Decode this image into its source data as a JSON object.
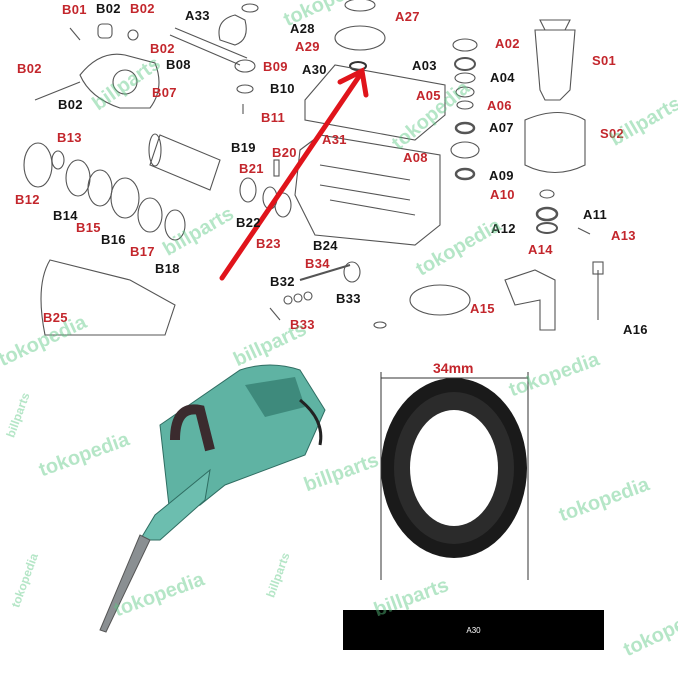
{
  "diagram": {
    "labels": [
      {
        "text": "B01",
        "color": "red"
      },
      {
        "text": "B02",
        "color": "black"
      },
      {
        "text": "B02",
        "color": "red"
      },
      {
        "text": "A33",
        "color": "black"
      },
      {
        "text": "A27",
        "color": "red"
      },
      {
        "text": "A28",
        "color": "black"
      },
      {
        "text": "B02",
        "color": "red"
      },
      {
        "text": "A29",
        "color": "red"
      },
      {
        "text": "A02",
        "color": "red"
      },
      {
        "text": "B08",
        "color": "black"
      },
      {
        "text": "B09",
        "color": "red"
      },
      {
        "text": "A30",
        "color": "black"
      },
      {
        "text": "A03",
        "color": "black"
      },
      {
        "text": "A04",
        "color": "black"
      },
      {
        "text": "S01",
        "color": "red"
      },
      {
        "text": "B02",
        "color": "red"
      },
      {
        "text": "B07",
        "color": "red"
      },
      {
        "text": "B10",
        "color": "black"
      },
      {
        "text": "A05",
        "color": "red"
      },
      {
        "text": "A06",
        "color": "red"
      },
      {
        "text": "B02",
        "color": "black"
      },
      {
        "text": "B11",
        "color": "red"
      },
      {
        "text": "A07",
        "color": "black"
      },
      {
        "text": "A31",
        "color": "red"
      },
      {
        "text": "S02",
        "color": "red"
      },
      {
        "text": "B13",
        "color": "red"
      },
      {
        "text": "B19",
        "color": "black"
      },
      {
        "text": "B20",
        "color": "red"
      },
      {
        "text": "A08",
        "color": "red"
      },
      {
        "text": "B21",
        "color": "red"
      },
      {
        "text": "A09",
        "color": "black"
      },
      {
        "text": "B12",
        "color": "red"
      },
      {
        "text": "B14",
        "color": "black"
      },
      {
        "text": "A10",
        "color": "red"
      },
      {
        "text": "A11",
        "color": "black"
      },
      {
        "text": "B15",
        "color": "red"
      },
      {
        "text": "B22",
        "color": "black"
      },
      {
        "text": "B16",
        "color": "black"
      },
      {
        "text": "A12",
        "color": "black"
      },
      {
        "text": "A13",
        "color": "red"
      },
      {
        "text": "B23",
        "color": "red"
      },
      {
        "text": "B24",
        "color": "black"
      },
      {
        "text": "B17",
        "color": "red"
      },
      {
        "text": "A14",
        "color": "red"
      },
      {
        "text": "B34",
        "color": "red"
      },
      {
        "text": "B18",
        "color": "black"
      },
      {
        "text": "B32",
        "color": "black"
      },
      {
        "text": "B33",
        "color": "black"
      },
      {
        "text": "A15",
        "color": "red"
      },
      {
        "text": "B25",
        "color": "red"
      },
      {
        "text": "B33",
        "color": "red"
      },
      {
        "text": "A16",
        "color": "black"
      }
    ],
    "highlight_arrow_color": "#e0141b"
  },
  "product": {
    "dimension_label": "34mm",
    "part_caption": "A30",
    "seal_color": "#1a1a1a",
    "tool_body_color": "#5fb3a3"
  },
  "watermarks": {
    "tokopedia": "tokopedia",
    "billparts": "billparts"
  }
}
